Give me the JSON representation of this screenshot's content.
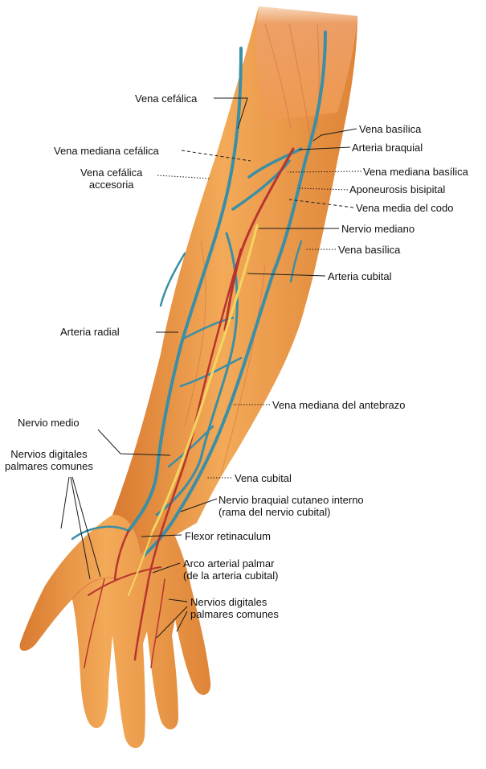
{
  "labels": {
    "vena_cefalica": "Vena cefálica",
    "vena_basilica_top": "Vena basílica",
    "arteria_braquial": "Arteria braquial",
    "vena_mediana_cefalica": "Vena mediana cefálica",
    "vena_cefalica_accesoria": "Vena cefálica\naccesoria",
    "vena_mediana_basilica": "Vena mediana basílica",
    "aponeurosis_bisipital": "Aponeurosis bisipital",
    "vena_media_codo": "Vena media del codo",
    "nervio_mediano": "Nervio mediano",
    "vena_basilica_mid": "Vena basílica",
    "arteria_cubital": "Arteria cubital",
    "arteria_radial": "Arteria radial",
    "vena_mediana_antebrazo": "Vena mediana del antebrazo",
    "nervio_medio": "Nervio medio",
    "nervios_digitales_left": "Nervios digitales\npalmares comunes",
    "vena_cubital": "Vena cubital",
    "nervio_braquial": "Nervio braquial cutaneo interno\n(rama del nervio cubital)",
    "flexor_retinaculum": "Flexor retinaculum",
    "arco_arterial": "Arco arterial palmar\n(de la arteria cubital)",
    "nervios_digitales_right": "Nervios digitales\npalmares comunes"
  },
  "colors": {
    "skin": "#f0a24e",
    "skin_shadow": "#d9782f",
    "muscle": "#e8865a",
    "vein": "#3a8fa6",
    "artery": "#b8342e",
    "nerve": "#f2d560"
  }
}
